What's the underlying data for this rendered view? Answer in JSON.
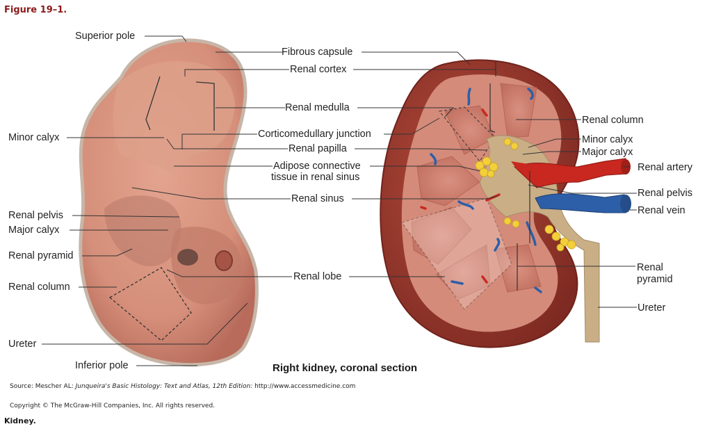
{
  "figure_title": "Figure 19–1.",
  "left_labels": {
    "superior_pole": "Superior pole",
    "minor_calyx": "Minor calyx",
    "renal_pelvis": "Renal pelvis",
    "major_calyx": "Major calyx",
    "renal_pyramid": "Renal pyramid",
    "renal_column": "Renal column",
    "ureter": "Ureter",
    "inferior_pole": "Inferior pole"
  },
  "center_labels": {
    "fibrous_capsule": "Fibrous capsule",
    "renal_cortex": "Renal cortex",
    "renal_medulla": "Renal medulla",
    "corticomedullary_junction": "Corticomedullary junction",
    "renal_papilla": "Renal papilla",
    "adipose_line1": "Adipose connective",
    "adipose_line2": "tissue in renal sinus",
    "renal_sinus": "Renal sinus",
    "renal_lobe": "Renal lobe"
  },
  "right_labels": {
    "renal_column": "Renal column",
    "minor_calyx": "Minor calyx",
    "major_calyx": "Major calyx",
    "renal_artery": "Renal artery",
    "renal_pelvis": "Renal pelvis",
    "renal_vein": "Renal vein",
    "renal_pyramid_line1": "Renal",
    "renal_pyramid_line2": "pyramid",
    "ureter": "Ureter"
  },
  "diagram_caption": "Right kidney, coronal section",
  "source": {
    "prefix": "Source: Mescher AL: ",
    "book": "Junqueira's Basic Histology: Text and Atlas, 12th Edition:",
    "url": " http://www.accessmedicine.com"
  },
  "copyright": "Copyright © The McGraw-Hill Companies, Inc. All rights reserved.",
  "figure_caption": "Kidney.",
  "colors": {
    "title": "#8b1a1a",
    "tissue": "#d79683",
    "cortex_dark": "#9b3a2e",
    "artery": "#c8281f",
    "vein": "#2d5fa8",
    "fat": "#f2cf3b",
    "pelvis": "#c9ae86"
  }
}
